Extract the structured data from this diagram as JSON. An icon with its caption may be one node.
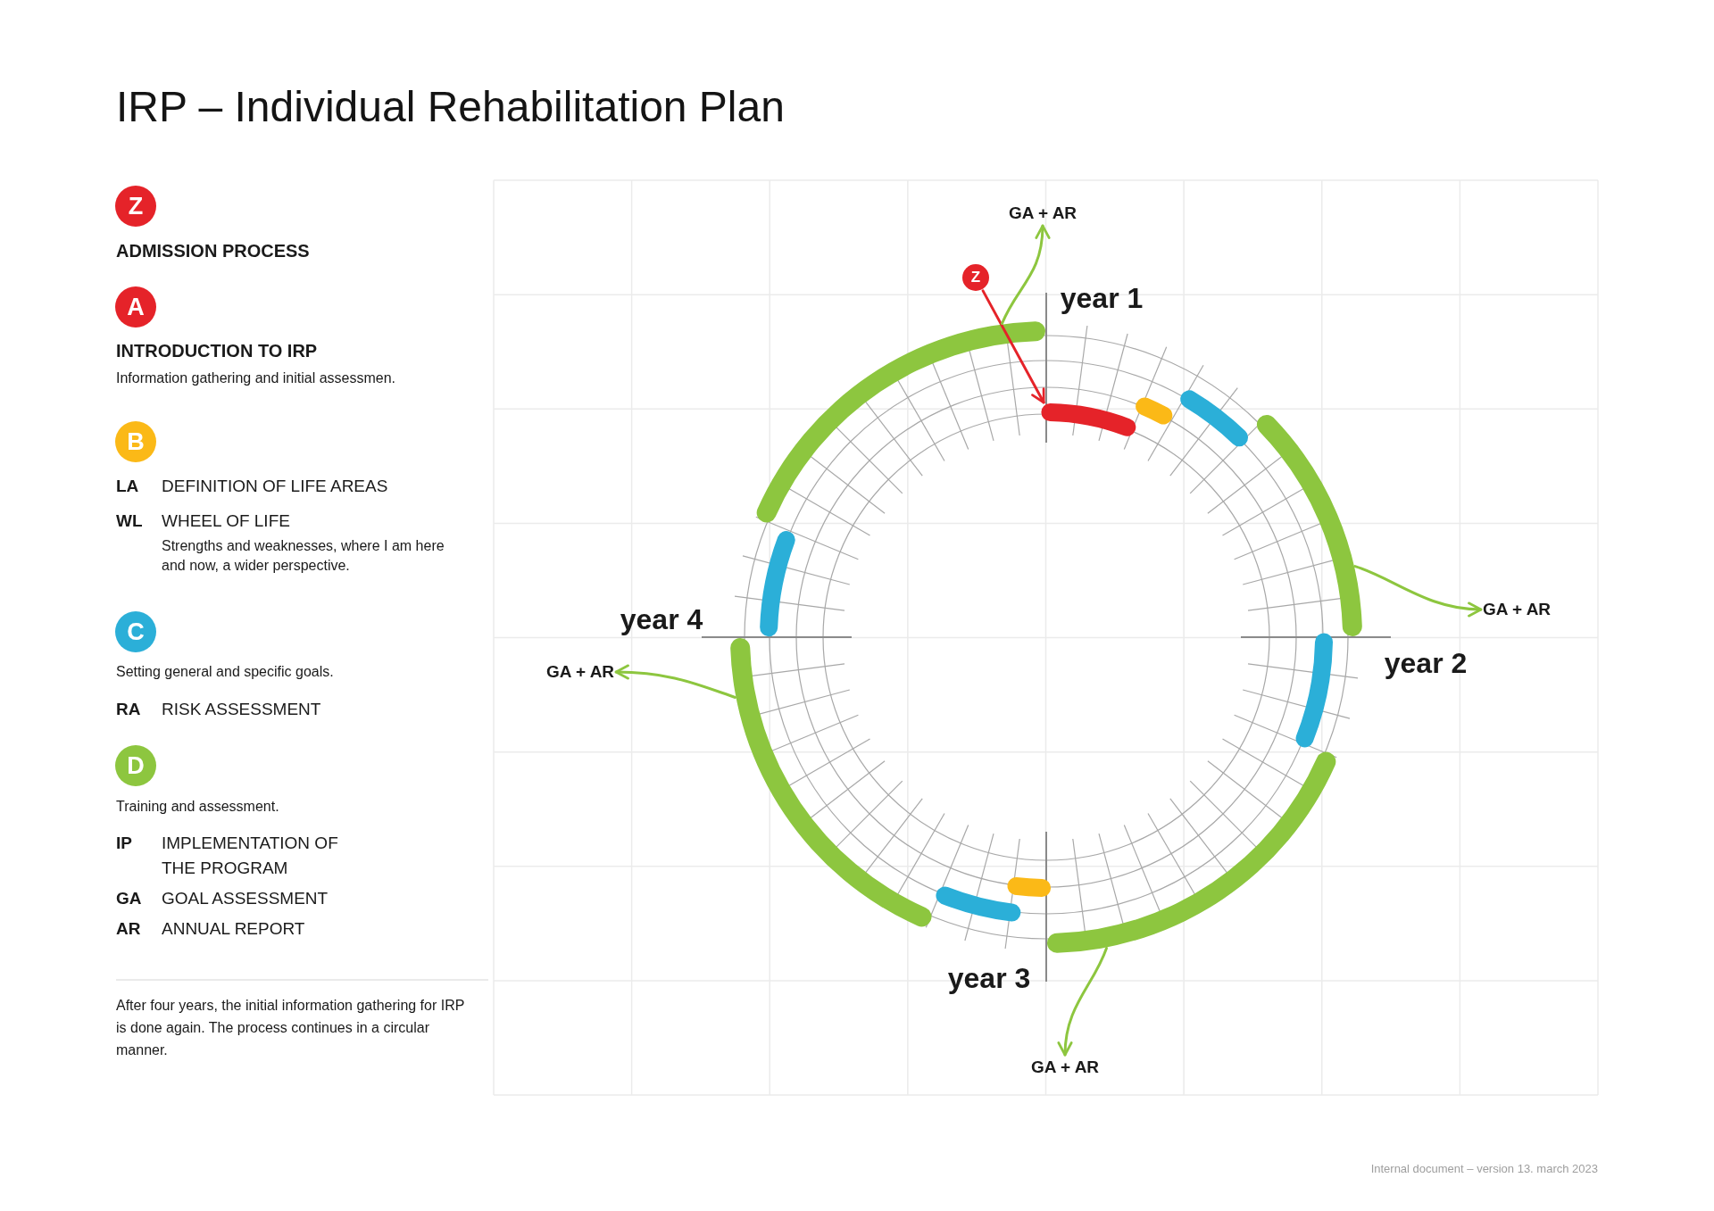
{
  "diagram": {
    "title": "IRP – Individual Rehabilitation Plan",
    "nodes": [
      {
        "text": [
          "Z"
        ],
        "beside": [
          "ADMISSION PROCESS"
        ]
      },
      {
        "text": [
          "A"
        ],
        "beside": [
          "INTRODUCTION TO IRP",
          "Information gathering and initial assessmen."
        ]
      },
      {
        "text": [
          "B"
        ],
        "beside": [
          "LA",
          "DEFINITION OF LIFE AREAS",
          "WL",
          "WHEEL OF LIFE",
          "Strengths and weaknesses, where I am here and now, a wider perspective."
        ]
      },
      {
        "text": [
          "C"
        ],
        "beside": [
          "Setting general and specific goals.",
          "RA",
          "RISK ASSESSMENT"
        ]
      },
      {
        "text": [
          "D"
        ],
        "beside": [
          "Training and assessment.",
          "IP",
          "IMPLEMENTATION OF THE PROGRAM",
          "GA",
          "GOAL ASSESSMENT",
          "AR",
          "ANNUAL REPORT"
        ]
      },
      {
        "text": [
          "GA + AR"
        ]
      },
      {
        "text": [
          "Z"
        ]
      },
      {
        "text": [],
        "shape": "arc"
      },
      {
        "text": [],
        "shape": "arc"
      },
      {
        "text": [],
        "shape": "arc"
      },
      {
        "text": [],
        "shape": "arc"
      },
      {
        "text": [
          "GA + AR"
        ]
      },
      {
        "text": [],
        "shape": "arc"
      },
      {
        "text": [],
        "shape": "arc"
      },
      {
        "text": [
          "GA + AR"
        ]
      },
      {
        "text": [],
        "shape": "arc"
      },
      {
        "text": [],
        "shape": "arc"
      },
      {
        "text": [],
        "shape": "arc"
      },
      {
        "text": [
          "GA + AR"
        ]
      },
      {
        "text": [],
        "shape": "arc"
      },
      {
        "text": [],
        "shape": "arc"
      }
    ],
    "edges": [
      {
        "from": 6,
        "to": 7,
        "arrow": "to",
        "color": "#e52329"
      },
      {
        "from": 20,
        "to": 5,
        "arrow": "to"
      },
      {
        "from": 10,
        "to": 11,
        "arrow": "to"
      },
      {
        "from": 13,
        "to": 14,
        "arrow": "to"
      },
      {
        "from": 17,
        "to": 18,
        "arrow": "to"
      }
    ],
    "labels": [
      "After four years, the initial information gathering for IRP is done again. The process continues in a circular manner.",
      "year 1",
      "year 2",
      "year 3",
      "year 4",
      "Internal document – version 13. march 2023"
    ]
  }
}
